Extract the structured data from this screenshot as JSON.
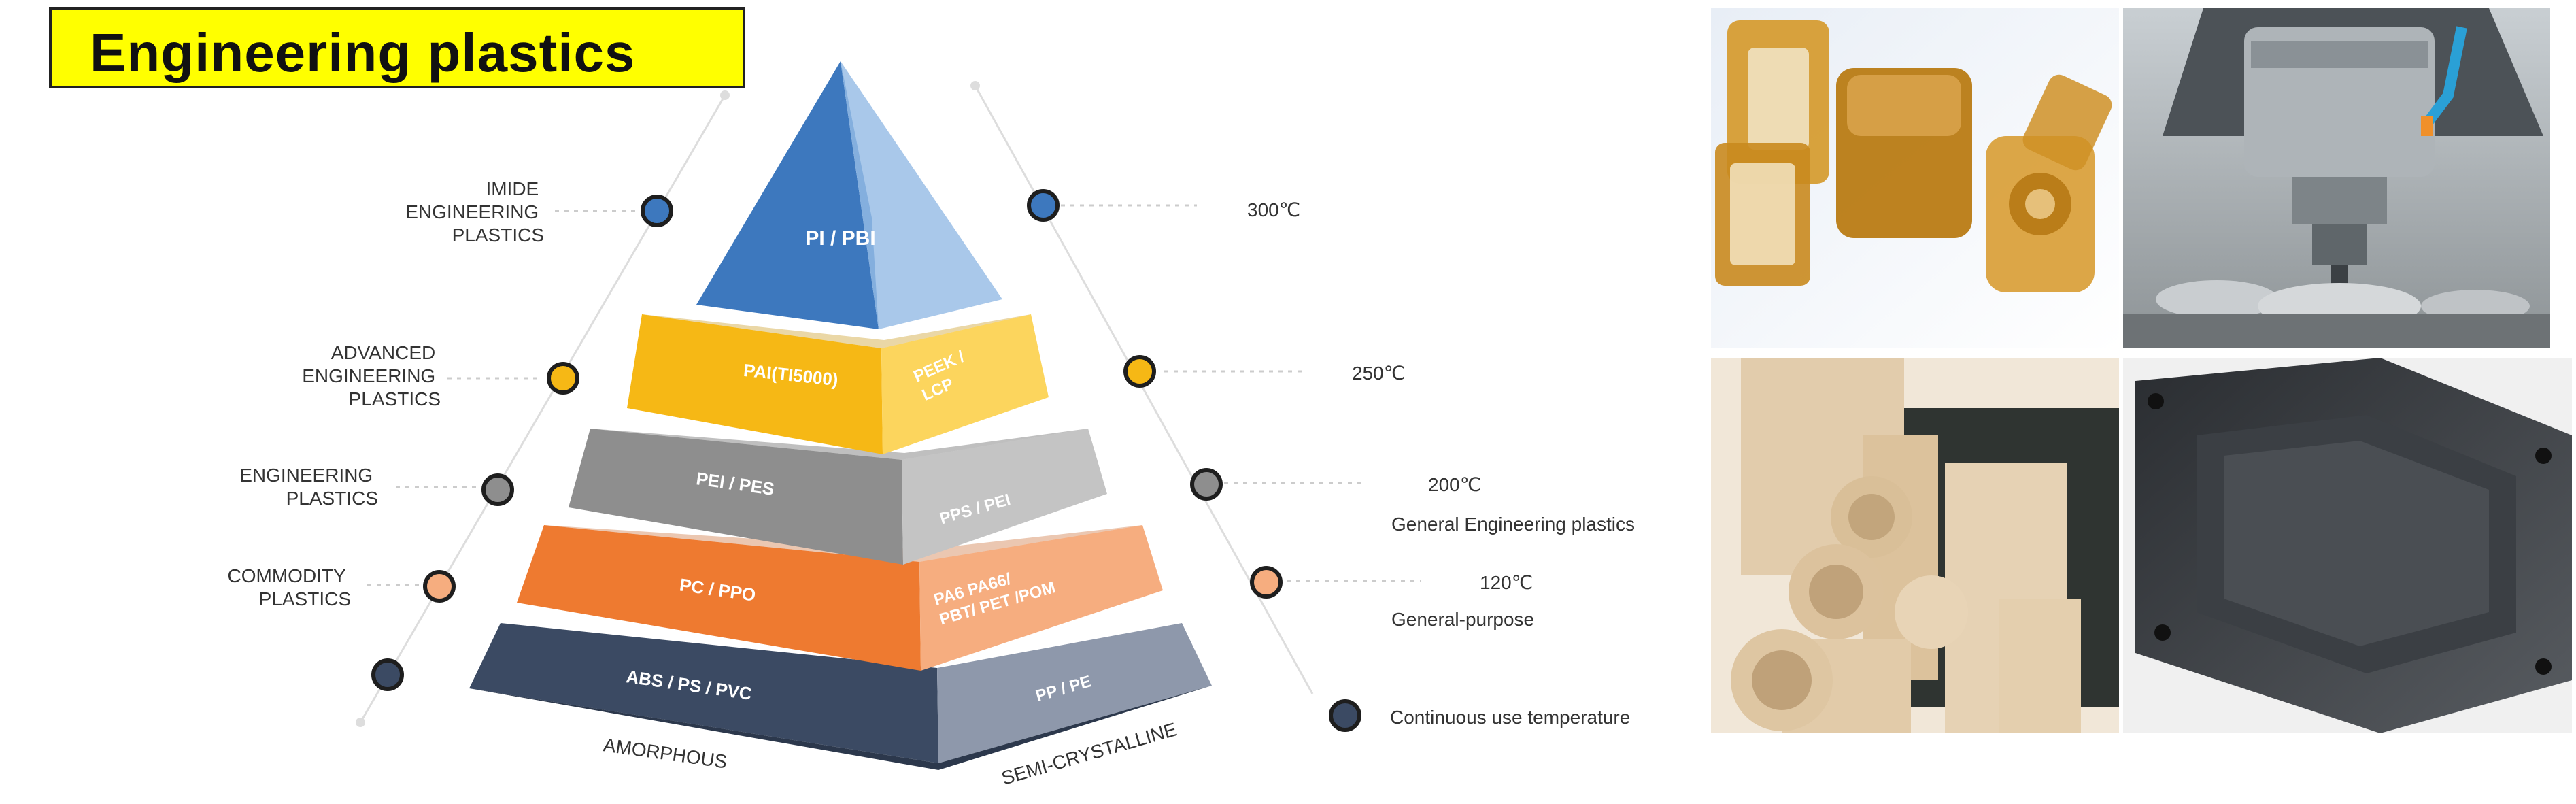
{
  "title": "Engineering plastics",
  "colors": {
    "title_bg": "#ffff00",
    "pi_blue": "#3d78be",
    "advanced_yellow": "#f6b815",
    "engineering_gray": "#8e8e8e",
    "commodity_orange": "#ee7a30",
    "base_navy": "#3b4a63"
  },
  "tiers": [
    {
      "left_label": "PI   /   PBI",
      "right_label": ""
    },
    {
      "left_label": "PAI(TI5000)",
      "right_label": [
        "PEEK /",
        "LCP"
      ]
    },
    {
      "left_label": "PEI   / PES",
      "right_label": "PPS / PEI"
    },
    {
      "left_label": "PC  /  PPO",
      "right_label": [
        "PA6 PA66/",
        "PBT/ PET /POM"
      ]
    },
    {
      "left_label": "ABS  /  PS  /  PVC",
      "right_label": "PP / PE"
    }
  ],
  "left_categories": [
    {
      "lines": [
        "IMIDE",
        "ENGINEERING",
        "PLASTICS"
      ]
    },
    {
      "lines": [
        "ADVANCED",
        "ENGINEERING",
        "PLASTICS"
      ]
    },
    {
      "lines": [
        "ENGINEERING",
        "PLASTICS"
      ]
    },
    {
      "lines": [
        "COMMODITY",
        "PLASTICS"
      ]
    }
  ],
  "temperatures": [
    {
      "value": "300℃",
      "note": ""
    },
    {
      "value": "250℃",
      "note": ""
    },
    {
      "value": "200℃",
      "note": "General Engineering plastics"
    },
    {
      "value": "120℃",
      "note": "General-purpose"
    }
  ],
  "legend": "Continuous use temperature",
  "base_labels": {
    "left": "AMORPHOUS",
    "right": "SEMI-CRYSTALLINE"
  },
  "photos": [
    {
      "name": "amber-machined-parts-photo"
    },
    {
      "name": "cnc-machining-photo"
    },
    {
      "name": "beige-rods-and-sheets-photo"
    },
    {
      "name": "black-machined-plate-photo"
    }
  ]
}
